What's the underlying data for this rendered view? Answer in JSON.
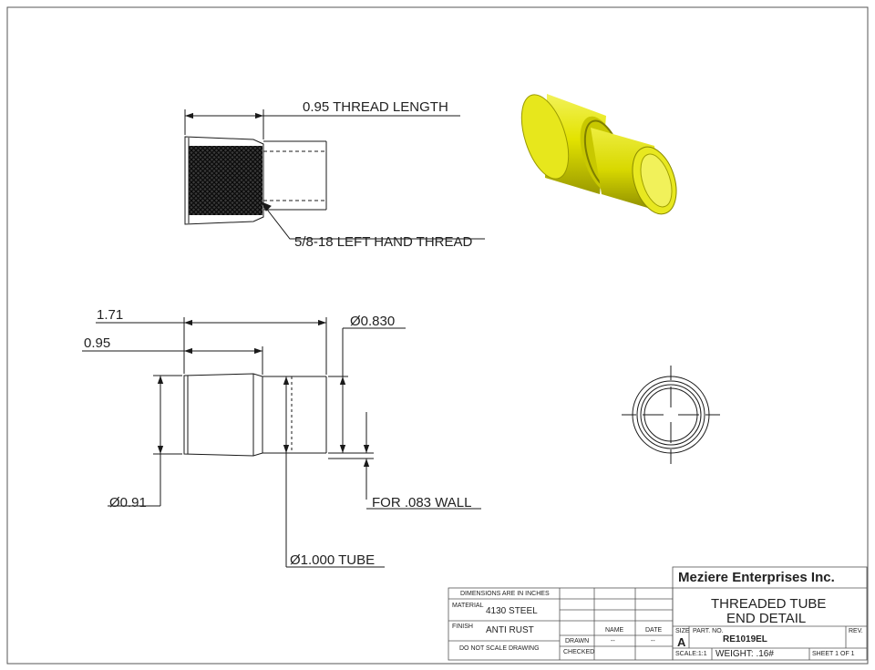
{
  "annotations": {
    "thread_length": "0.95 THREAD LENGTH",
    "thread_spec": "5/8-18 LEFT HAND THREAD",
    "overall_length": "1.71",
    "front_length": "0.95",
    "end_diameter": "Ø0.830",
    "front_diameter": "Ø0.91",
    "wall": "FOR .083 WALL",
    "tube_diameter": "Ø1.000 TUBE"
  },
  "title_block": {
    "company": "Meziere Enterprises Inc.",
    "dimensions_note": "DIMENSIONS ARE IN INCHES",
    "material_label": "MATERIAL",
    "material_value": "4130 STEEL",
    "finish_label": "FINISH",
    "finish_value": "ANTI RUST",
    "no_scale_note": "DO NOT SCALE DRAWING",
    "name_header": "NAME",
    "date_header": "DATE",
    "drawn_label": "DRAWN",
    "drawn_name": "--",
    "drawn_date": "--",
    "checked_label": "CHECKED",
    "title_line1": "THREADED TUBE",
    "title_line2": "END DETAIL",
    "size_label": "SIZE",
    "size_value": "A",
    "part_no_label": "PART. NO.",
    "part_no_value": "RE1019EL",
    "rev_label": "REV.",
    "scale_text": "SCALE:1:1",
    "weight_text": "WEIGHT: .16#",
    "sheet_text": "SHEET 1 OF 1"
  },
  "colors": {
    "line": "#1a1a1a",
    "part_yellow": "#e6e600",
    "part_shadow": "#8a8a00"
  }
}
